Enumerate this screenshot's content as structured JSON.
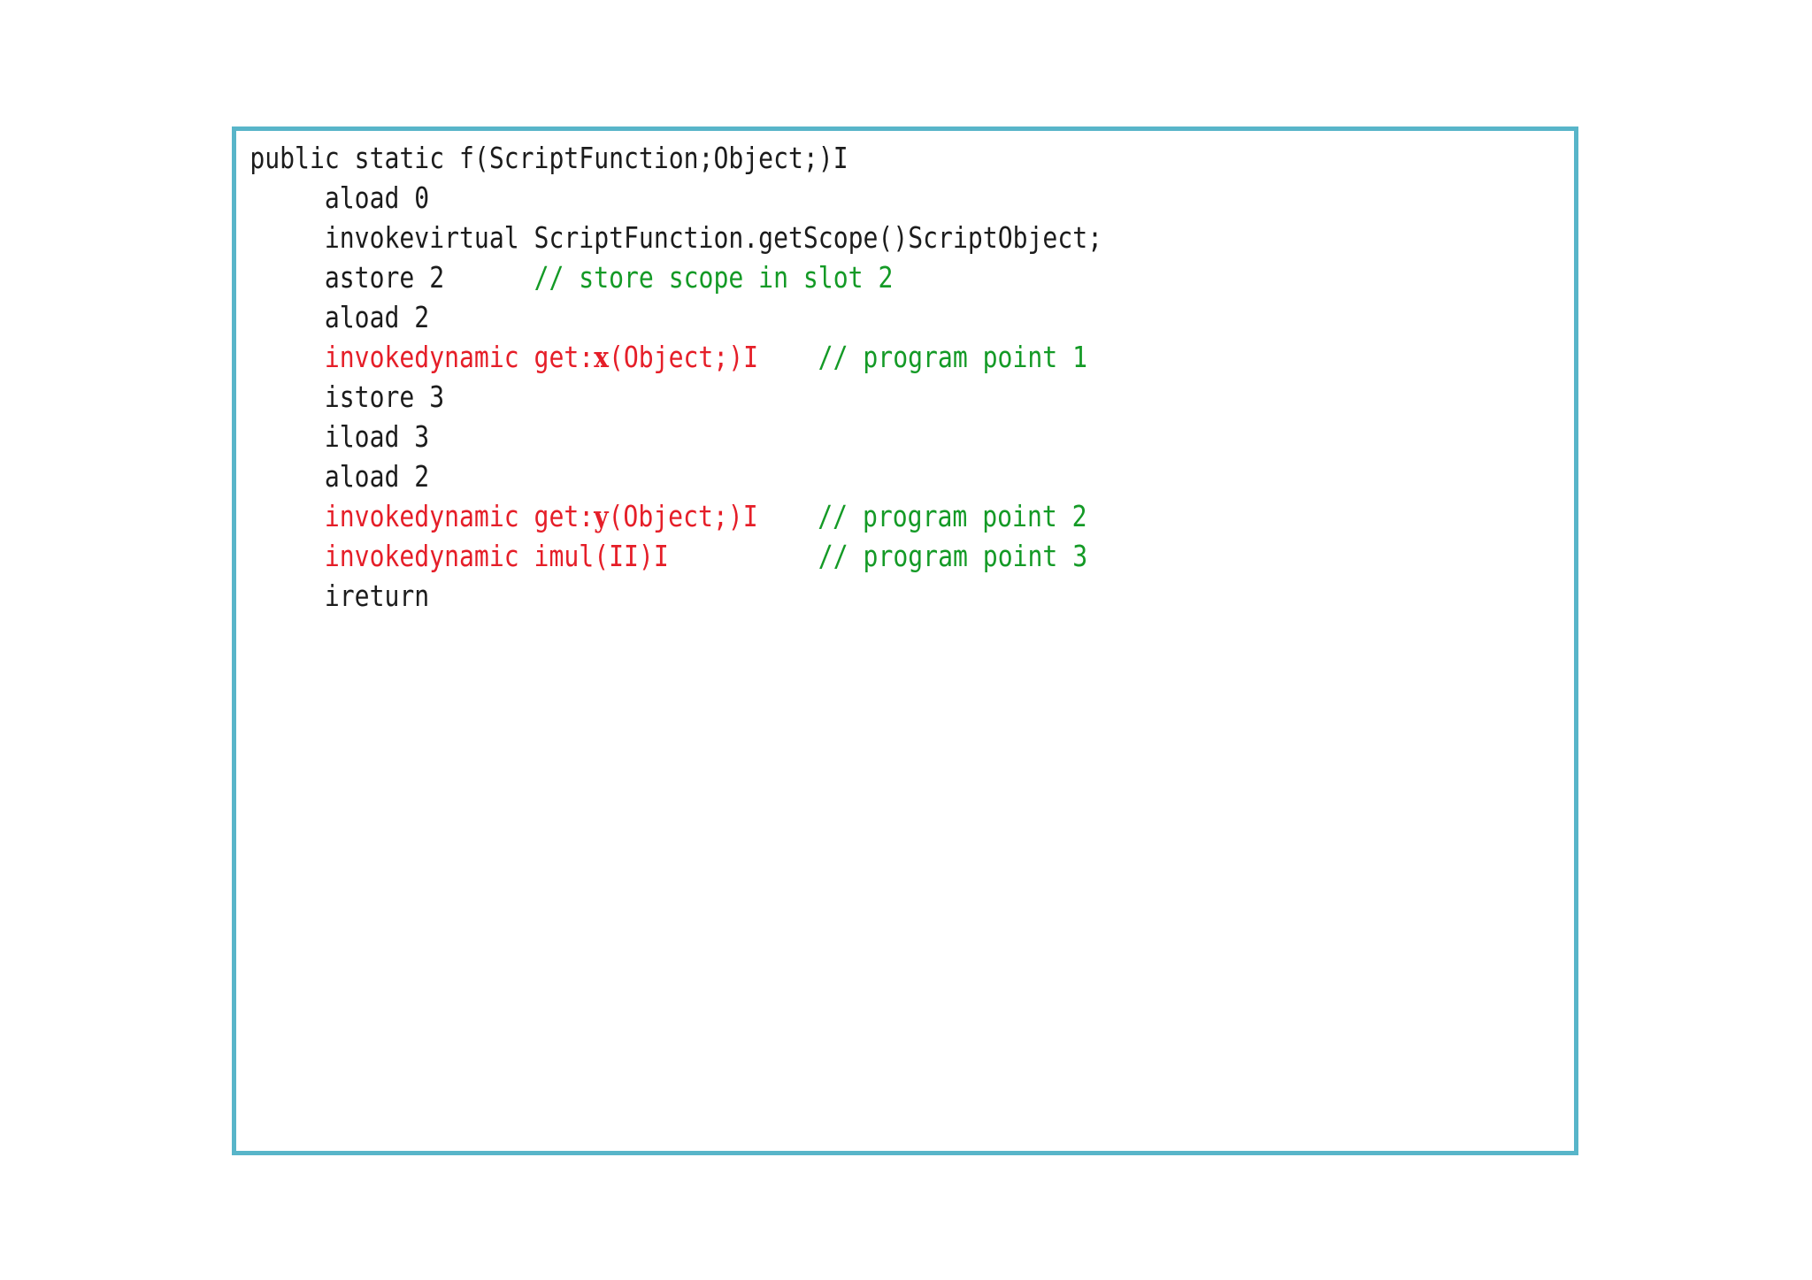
{
  "colors": {
    "ink": "#1c1c1c",
    "red": "#e51e28",
    "green": "#149a26",
    "border": "#58b5c9"
  },
  "code": {
    "lines": [
      [
        {
          "t": "public static f(ScriptFunction;Object;)I",
          "c": "default"
        }
      ],
      [
        {
          "t": "     aload 0",
          "c": "default"
        }
      ],
      [
        {
          "t": "     invokevirtual ScriptFunction.getScope()ScriptObject;",
          "c": "default"
        }
      ],
      [
        {
          "t": "     astore 2      ",
          "c": "default"
        },
        {
          "t": "// store scope in slot 2",
          "c": "comment"
        }
      ],
      [
        {
          "t": "     aload 2",
          "c": "default"
        }
      ],
      [
        {
          "t": "     invokedynamic get:",
          "c": "red"
        },
        {
          "t": "x",
          "c": "red-var"
        },
        {
          "t": "(Object;)I    ",
          "c": "red"
        },
        {
          "t": "// program point 1",
          "c": "comment"
        }
      ],
      [
        {
          "t": "     istore 3",
          "c": "default"
        }
      ],
      [
        {
          "t": "     iload 3",
          "c": "default"
        }
      ],
      [
        {
          "t": "     aload 2",
          "c": "default"
        }
      ],
      [
        {
          "t": "     invokedynamic get:",
          "c": "red"
        },
        {
          "t": "y",
          "c": "red-var"
        },
        {
          "t": "(Object;)I    ",
          "c": "red"
        },
        {
          "t": "// program point 2",
          "c": "comment"
        }
      ],
      [
        {
          "t": "     invokedynamic imul(II)I          ",
          "c": "red"
        },
        {
          "t": "// program point 3",
          "c": "comment"
        }
      ],
      [
        {
          "t": "     ireturn",
          "c": "default"
        }
      ]
    ]
  }
}
